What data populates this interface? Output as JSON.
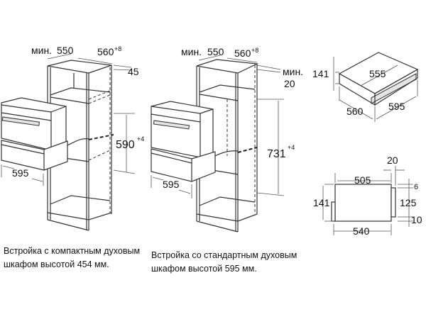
{
  "left_diagram": {
    "min_label": "мин.",
    "depth_min": "550",
    "niche_width": "560",
    "niche_width_tol": "+8",
    "top_offset": "45",
    "niche_height": "590",
    "niche_height_tol": "+4",
    "appliance_width": "595"
  },
  "middle_diagram": {
    "min_label": "мин.",
    "depth_min": "550",
    "niche_width": "560",
    "niche_width_tol": "+8",
    "gap_min_label": "мин.",
    "gap_min": "20",
    "niche_height": "731",
    "niche_height_tol": "+4",
    "appliance_width": "595"
  },
  "drawer_3d": {
    "height": "141",
    "inner_depth": "555",
    "depth": "560",
    "width": "595"
  },
  "drawer_side": {
    "front_depth": "20",
    "body_depth": "505",
    "top_gap": "6",
    "height": "141",
    "front_height": "125",
    "bottom_gap": "10",
    "total_depth": "540"
  },
  "captions": {
    "compact_line1": "Встройка с компактным духовым",
    "compact_line2": "шкафом высотой 454 мм.",
    "standard_line1": "Встройка со стандартным духовым",
    "standard_line2": "шкафом высотой 595 мм."
  }
}
